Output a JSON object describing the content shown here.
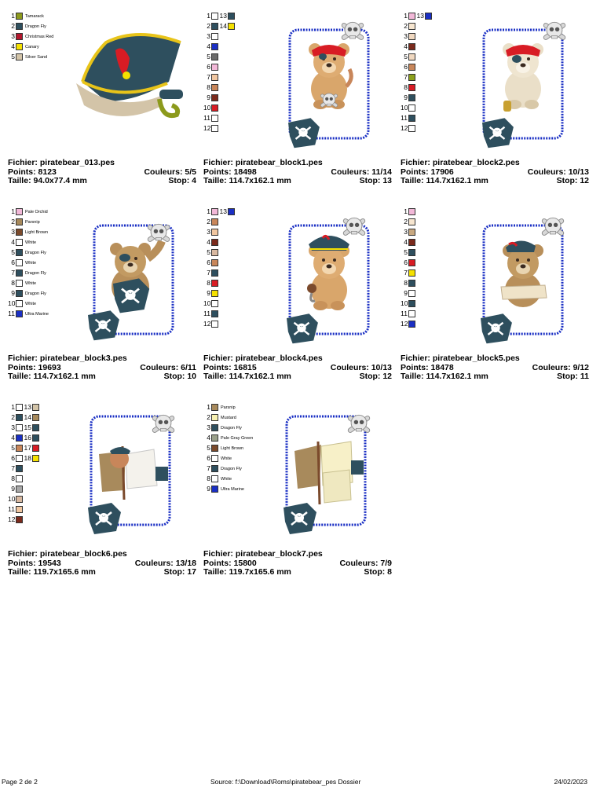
{
  "labels": {
    "file": "Fichier:",
    "points": "Points:",
    "size": "Taille:",
    "colors": "Couleurs:",
    "stop": "Stop:"
  },
  "designs": [
    {
      "file": "piratebear_013.pes",
      "points": "8123",
      "colors": "5/5",
      "size": "94.0x77.4 mm",
      "stop": "4",
      "legend": [
        {
          "n": "1",
          "c": "#8c9a1c",
          "name": "Tamarack"
        },
        {
          "n": "2",
          "c": "#2e4f5e",
          "name": "Dragon Fly"
        },
        {
          "n": "3",
          "c": "#b2162c",
          "name": "Christmas Red"
        },
        {
          "n": "4",
          "c": "#f5e100",
          "name": "Canary"
        },
        {
          "n": "5",
          "c": "#d3c4a8",
          "name": "Silver Sand"
        }
      ],
      "legend2": []
    },
    {
      "file": "piratebear_block1.pes",
      "points": "18498",
      "colors": "11/14",
      "size": "114.7x162.1 mm",
      "stop": "13",
      "legend": [
        {
          "n": "1",
          "c": "#ffffff"
        },
        {
          "n": "2",
          "c": "#2e4f5e"
        },
        {
          "n": "3",
          "c": "#ffffff"
        },
        {
          "n": "4",
          "c": "#1a2fc4"
        },
        {
          "n": "5",
          "c": "#6b6b6b"
        },
        {
          "n": "6",
          "c": "#f2b8d8"
        },
        {
          "n": "7",
          "c": "#f0c6a0"
        },
        {
          "n": "8",
          "c": "#c8865a"
        },
        {
          "n": "9",
          "c": "#7b2a1c"
        },
        {
          "n": "10",
          "c": "#d81c24"
        },
        {
          "n": "11",
          "c": "#ffffff"
        },
        {
          "n": "12",
          "c": "#ffffff"
        }
      ],
      "legend2": [
        {
          "n": "13",
          "c": "#2e4f5e"
        },
        {
          "n": "14",
          "c": "#f5e100"
        }
      ]
    },
    {
      "file": "piratebear_block2.pes",
      "points": "17906",
      "colors": "10/13",
      "size": "114.7x162.1 mm",
      "stop": "12",
      "legend": [
        {
          "n": "1",
          "c": "#f2b8d8"
        },
        {
          "n": "2",
          "c": "#f7e6d0"
        },
        {
          "n": "3",
          "c": "#f0d8c0"
        },
        {
          "n": "4",
          "c": "#7b2a1c"
        },
        {
          "n": "5",
          "c": "#f0d8c0"
        },
        {
          "n": "6",
          "c": "#c8865a"
        },
        {
          "n": "7",
          "c": "#8ca01c"
        },
        {
          "n": "8",
          "c": "#d81c24"
        },
        {
          "n": "9",
          "c": "#2e4f5e"
        },
        {
          "n": "10",
          "c": "#ffffff"
        },
        {
          "n": "11",
          "c": "#2e4f5e"
        },
        {
          "n": "12",
          "c": "#ffffff"
        }
      ],
      "legend2": [
        {
          "n": "13",
          "c": "#1a2fc4"
        }
      ]
    },
    {
      "file": "piratebear_block3.pes",
      "points": "19693",
      "colors": "6/11",
      "size": "114.7x162.1 mm",
      "stop": "10",
      "legend": [
        {
          "n": "1",
          "c": "#f2b8d8",
          "name": "Pale Orchid"
        },
        {
          "n": "2",
          "c": "#a88a5c",
          "name": "Parsnip"
        },
        {
          "n": "3",
          "c": "#7b4a2c",
          "name": "Light Brown"
        },
        {
          "n": "4",
          "c": "#ffffff",
          "name": "White"
        },
        {
          "n": "5",
          "c": "#2e4f5e",
          "name": "Dragon Fly"
        },
        {
          "n": "6",
          "c": "#ffffff",
          "name": "White"
        },
        {
          "n": "7",
          "c": "#2e4f5e",
          "name": "Dragon Fly"
        },
        {
          "n": "8",
          "c": "#ffffff",
          "name": "White"
        },
        {
          "n": "9",
          "c": "#2e4f5e",
          "name": "Dragon Fly"
        },
        {
          "n": "10",
          "c": "#ffffff",
          "name": "White"
        },
        {
          "n": "11",
          "c": "#1a2fc4",
          "name": "Ultra Marine"
        }
      ],
      "legend2": []
    },
    {
      "file": "piratebear_block4.pes",
      "points": "16815",
      "colors": "10/13",
      "size": "114.7x162.1 mm",
      "stop": "12",
      "legend": [
        {
          "n": "1",
          "c": "#f2b8d8"
        },
        {
          "n": "2",
          "c": "#c8865a"
        },
        {
          "n": "3",
          "c": "#f0c6a0"
        },
        {
          "n": "4",
          "c": "#7b2a1c"
        },
        {
          "n": "5",
          "c": "#d8b8a0"
        },
        {
          "n": "6",
          "c": "#c8865a"
        },
        {
          "n": "7",
          "c": "#2e4f5e"
        },
        {
          "n": "8",
          "c": "#d81c24"
        },
        {
          "n": "9",
          "c": "#f5e100"
        },
        {
          "n": "10",
          "c": "#ffffff"
        },
        {
          "n": "11",
          "c": "#2e4f5e"
        },
        {
          "n": "12",
          "c": "#ffffff"
        }
      ],
      "legend2": [
        {
          "n": "13",
          "c": "#1a2fc4"
        }
      ]
    },
    {
      "file": "piratebear_block5.pes",
      "points": "18478",
      "colors": "9/12",
      "size": "114.7x162.1 mm",
      "stop": "11",
      "legend": [
        {
          "n": "1",
          "c": "#f2b8d8"
        },
        {
          "n": "2",
          "c": "#f7e6d0"
        },
        {
          "n": "3",
          "c": "#c8a880"
        },
        {
          "n": "4",
          "c": "#7b2a1c"
        },
        {
          "n": "5",
          "c": "#2e4f5e"
        },
        {
          "n": "6",
          "c": "#d81c24"
        },
        {
          "n": "7",
          "c": "#f5e100"
        },
        {
          "n": "8",
          "c": "#2e4f5e"
        },
        {
          "n": "9",
          "c": "#ffffff"
        },
        {
          "n": "10",
          "c": "#2e4f5e"
        },
        {
          "n": "11",
          "c": "#ffffff"
        },
        {
          "n": "12",
          "c": "#1a2fc4"
        }
      ],
      "legend2": []
    },
    {
      "file": "piratebear_block6.pes",
      "points": "19543",
      "colors": "13/18",
      "size": "119.7x165.6 mm",
      "stop": "17",
      "legend": [
        {
          "n": "1",
          "c": "#ffffff"
        },
        {
          "n": "2",
          "c": "#2e4f5e"
        },
        {
          "n": "3",
          "c": "#ffffff"
        },
        {
          "n": "4",
          "c": "#1a2fc4"
        },
        {
          "n": "5",
          "c": "#c8865a"
        },
        {
          "n": "6",
          "c": "#ffffff"
        },
        {
          "n": "7",
          "c": "#2e4f5e"
        },
        {
          "n": "8",
          "c": "#ffffff"
        },
        {
          "n": "9",
          "c": "#a8a8a8"
        },
        {
          "n": "10",
          "c": "#d8b8a0"
        },
        {
          "n": "11",
          "c": "#f0c6a0"
        },
        {
          "n": "12",
          "c": "#7b2a1c"
        }
      ],
      "legend2": [
        {
          "n": "13",
          "c": "#d3c4a8"
        },
        {
          "n": "14",
          "c": "#a88a5c"
        },
        {
          "n": "15",
          "c": "#2e4f5e"
        },
        {
          "n": "16",
          "c": "#2e4f5e"
        },
        {
          "n": "17",
          "c": "#d81c24"
        },
        {
          "n": "18",
          "c": "#f5e100"
        }
      ]
    },
    {
      "file": "piratebear_block7.pes",
      "points": "15800",
      "colors": "7/9",
      "size": "119.7x165.6 mm",
      "stop": "8",
      "legend": [
        {
          "n": "1",
          "c": "#a88a5c",
          "name": "Parsnip"
        },
        {
          "n": "2",
          "c": "#f7f0b0",
          "name": "Mustard"
        },
        {
          "n": "3",
          "c": "#2e4f5e",
          "name": "Dragon Fly"
        },
        {
          "n": "4",
          "c": "#9aa08a",
          "name": "Pale Gray Green"
        },
        {
          "n": "5",
          "c": "#7b4a2c",
          "name": "Light Brown"
        },
        {
          "n": "6",
          "c": "#ffffff",
          "name": "White"
        },
        {
          "n": "7",
          "c": "#2e4f5e",
          "name": "Dragon Fly"
        },
        {
          "n": "8",
          "c": "#ffffff",
          "name": "White"
        },
        {
          "n": "9",
          "c": "#1a2fc4",
          "name": "Ultra Marine"
        }
      ],
      "legend2": []
    }
  ],
  "footer": {
    "page": "Page 2 de 2",
    "source": "Source: f:\\Download\\Roms\\piratebear_pes Dossier",
    "date": "24/02/2023"
  }
}
